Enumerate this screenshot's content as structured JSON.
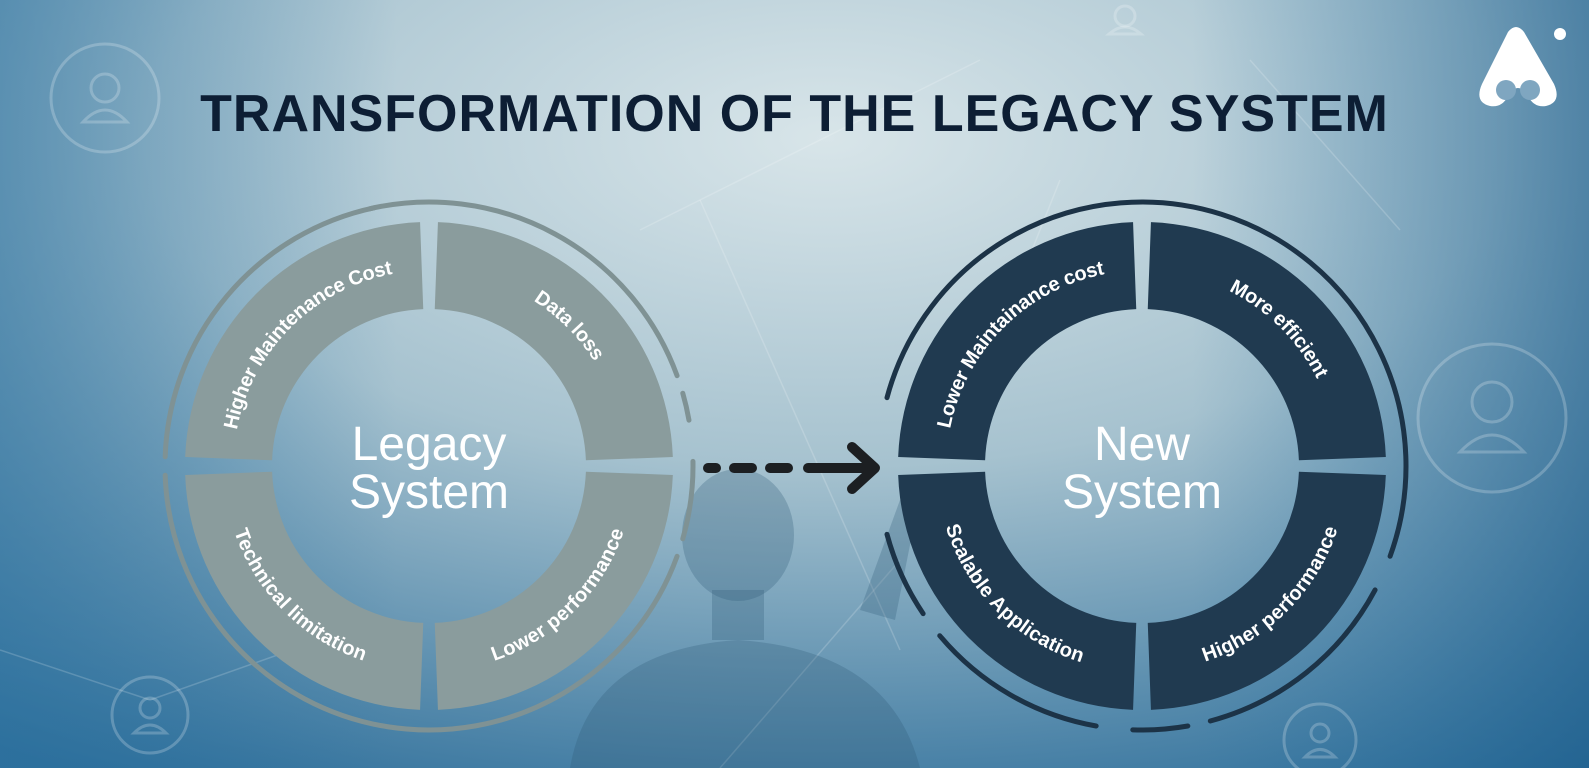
{
  "title": "TRANSFORMATION OF THE LEGACY SYSTEM",
  "colors": {
    "background_light": "#d3e1e6",
    "background_dark": "#2a6c99",
    "title": "#0d1e34",
    "legacy_segment": "#8a9c9d",
    "legacy_ring": "#7f9294",
    "new_segment": "#203a50",
    "new_ring": "#1c3347",
    "arrow": "#1c1f22",
    "label_text": "#ffffff"
  },
  "legacy": {
    "center_line1": "Legacy",
    "center_line2": "System",
    "segments": [
      {
        "label": "Higher Maintenance Cost"
      },
      {
        "label": "Data loss"
      },
      {
        "label": "Technical limitation"
      },
      {
        "label": "Lower performance"
      }
    ]
  },
  "new_system": {
    "center_line1": "New",
    "center_line2": "System",
    "segments": [
      {
        "label": "Lower Maintainance cost"
      },
      {
        "label": "More efficient"
      },
      {
        "label": "Scalable Application"
      },
      {
        "label": "Higher performance"
      }
    ]
  },
  "icons": {
    "logo": "brand-logo-icon",
    "arrow": "dashed-arrow-right-icon",
    "background": "user-icon"
  }
}
